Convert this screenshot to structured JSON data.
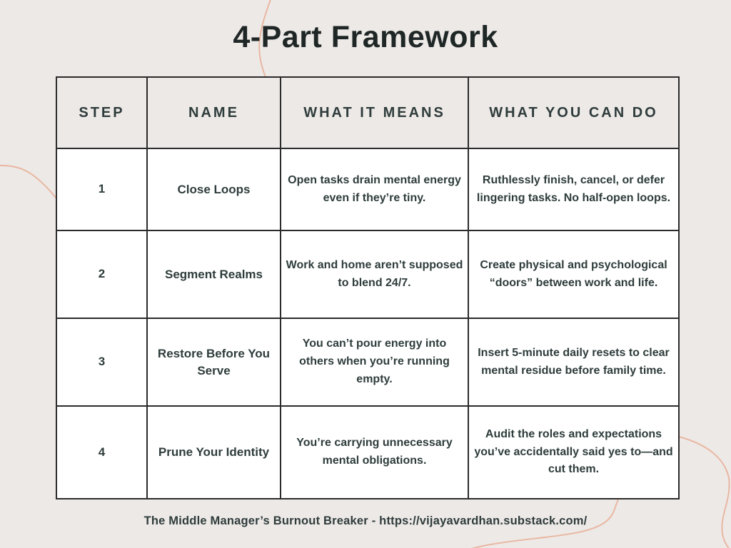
{
  "title": "4-Part Framework",
  "colors": {
    "background": "#EDE9E7",
    "cell": "#FFFFFF",
    "border": "#2B2B2B",
    "text": "#2E3C3B",
    "title": "#1F2726",
    "accent": "#E9B7A2"
  },
  "table": {
    "headers": [
      "STEP",
      "NAME",
      "WHAT IT MEANS",
      "WHAT YOU CAN DO"
    ],
    "rows": [
      {
        "step": "1",
        "name": "Close Loops",
        "means": "Open tasks drain mental energy even if they’re tiny.",
        "action": "Ruthlessly finish, cancel, or defer lingering tasks. No half-open loops."
      },
      {
        "step": "2",
        "name": "Segment Realms",
        "means": "Work and home aren’t supposed to blend 24/7.",
        "action": "Create physical and psychological “doors” between work and life."
      },
      {
        "step": "3",
        "name": "Restore Before You Serve",
        "means": "You can’t pour energy into others when you’re running empty.",
        "action": "Insert 5-minute daily resets to clear mental residue before family time."
      },
      {
        "step": "4",
        "name": "Prune Your Identity",
        "means": "You’re carrying unnecessary mental obligations.",
        "action": "Audit the roles and expectations you’ve accidentally said yes to—and cut them."
      }
    ]
  },
  "footer": {
    "text": "The Middle Manager’s Burnout Breaker  - https://vijayavardhan.substack.com/"
  }
}
